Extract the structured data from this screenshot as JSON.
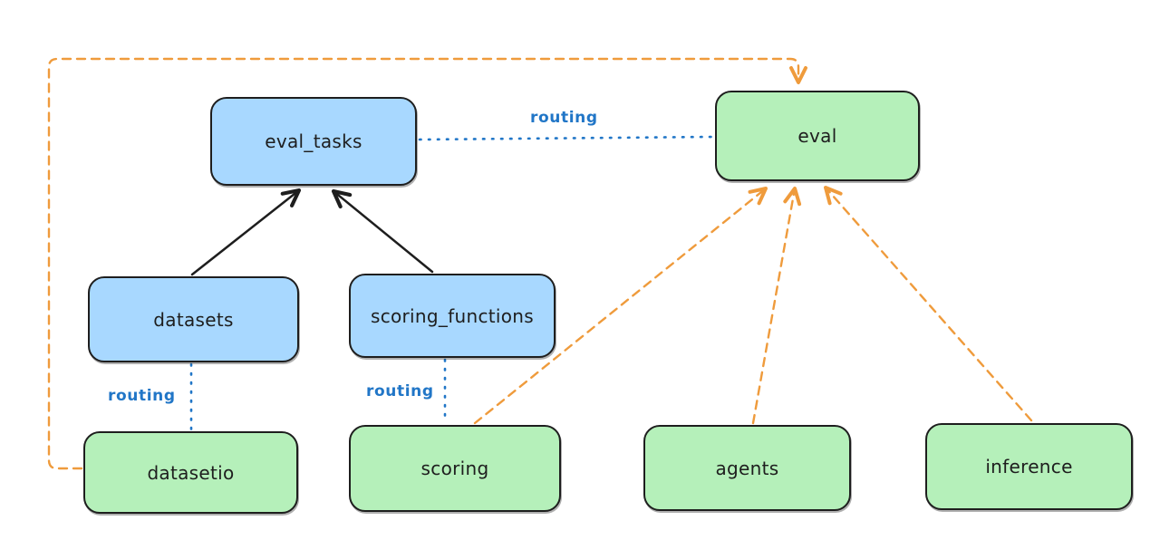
{
  "diagram": {
    "nodes": {
      "eval_tasks": {
        "label": "eval_tasks",
        "fill_color": "#a8d8ff"
      },
      "eval": {
        "label": "eval",
        "fill_color": "#b5f0ba"
      },
      "datasets": {
        "label": "datasets",
        "fill_color": "#a8d8ff"
      },
      "scoring_functions": {
        "label": "scoring_functions",
        "fill_color": "#a8d8ff"
      },
      "datasetio": {
        "label": "datasetio",
        "fill_color": "#b5f0ba"
      },
      "scoring": {
        "label": "scoring",
        "fill_color": "#b5f0ba"
      },
      "agents": {
        "label": "agents",
        "fill_color": "#b5f0ba"
      },
      "inference": {
        "label": "inference",
        "fill_color": "#b5f0ba"
      }
    },
    "edges": [
      {
        "from": "datasets",
        "to": "eval_tasks",
        "style": "solid",
        "color": "#1e1e1e",
        "arrow": true
      },
      {
        "from": "scoring_functions",
        "to": "eval_tasks",
        "style": "solid",
        "color": "#1e1e1e",
        "arrow": true
      },
      {
        "from": "eval_tasks",
        "to": "eval",
        "style": "dotted",
        "color": "#2176c7",
        "arrow": false,
        "label": "routing"
      },
      {
        "from": "datasets",
        "to": "datasetio",
        "style": "dotted",
        "color": "#2176c7",
        "arrow": false,
        "label": "routing"
      },
      {
        "from": "scoring_functions",
        "to": "scoring",
        "style": "dotted",
        "color": "#2176c7",
        "arrow": false,
        "label": "routing"
      },
      {
        "from": "datasetio",
        "to": "eval",
        "style": "dashed",
        "color": "#ef9b3c",
        "arrow": true
      },
      {
        "from": "scoring",
        "to": "eval",
        "style": "dashed",
        "color": "#ef9b3c",
        "arrow": true
      },
      {
        "from": "agents",
        "to": "eval",
        "style": "dashed",
        "color": "#ef9b3c",
        "arrow": true
      },
      {
        "from": "inference",
        "to": "eval",
        "style": "dashed",
        "color": "#ef9b3c",
        "arrow": true
      }
    ],
    "edge_labels": {
      "top": "routing",
      "datasets_datasetio": "routing",
      "scoring_functions_scoring": "routing"
    },
    "colors": {
      "node_stroke": "#1e1e1e",
      "blue_node_fill": "#a8d8ff",
      "green_node_fill": "#b5f0ba",
      "routing_blue": "#2176c7",
      "provider_orange": "#ef9b3c",
      "dependency_black": "#1e1e1e",
      "background": "#ffffff"
    }
  }
}
